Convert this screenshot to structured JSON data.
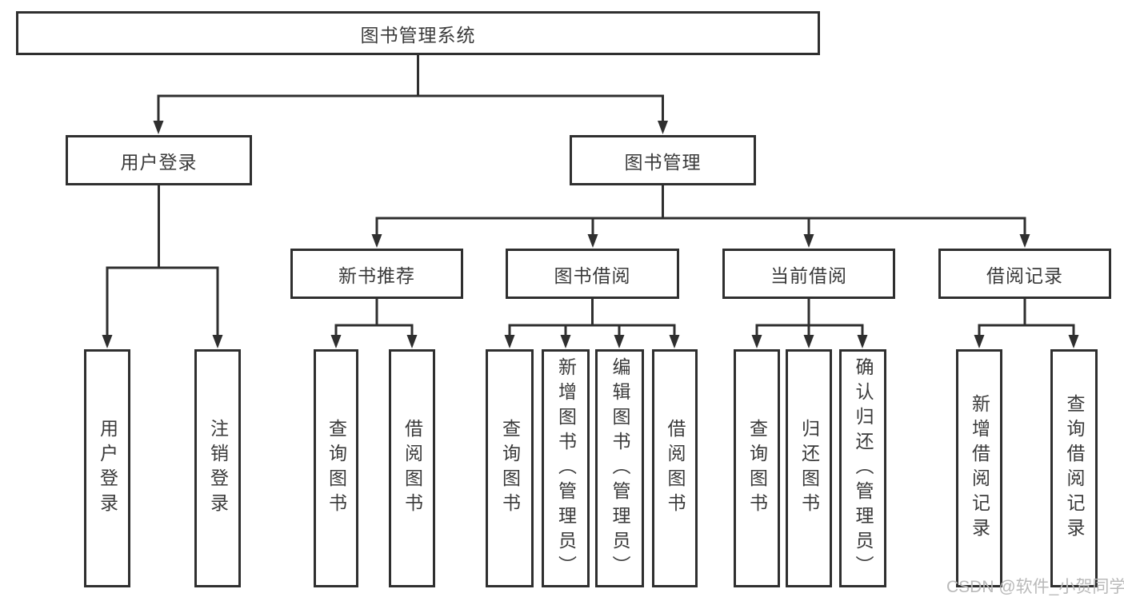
{
  "diagram": {
    "nodes": {
      "root": "图书管理系统",
      "level2": [
        "用户登录",
        "图书管理"
      ],
      "level3": [
        "新书推荐",
        "图书借阅",
        "当前借阅",
        "借阅记录"
      ],
      "user_login_children": [
        "用户登录",
        "注销登录"
      ],
      "new_book_children": [
        "查询图书",
        "借阅图书"
      ],
      "book_borrow_children": [
        "查询图书",
        "新增图书（管理员）",
        "编辑图书（管理员）",
        "借阅图书"
      ],
      "current_borrow_children": [
        "查询图书",
        "归还图书",
        "确认归还（管理员）"
      ],
      "record_children": [
        "新增借阅记录",
        "查询借阅记录"
      ]
    },
    "watermark": "CSDN @软件_小贺同学",
    "colors": {
      "line": "#2f2f2f",
      "text": "#3a3a3a",
      "watermark": "#b9b9b9",
      "background": "#ffffff"
    }
  }
}
